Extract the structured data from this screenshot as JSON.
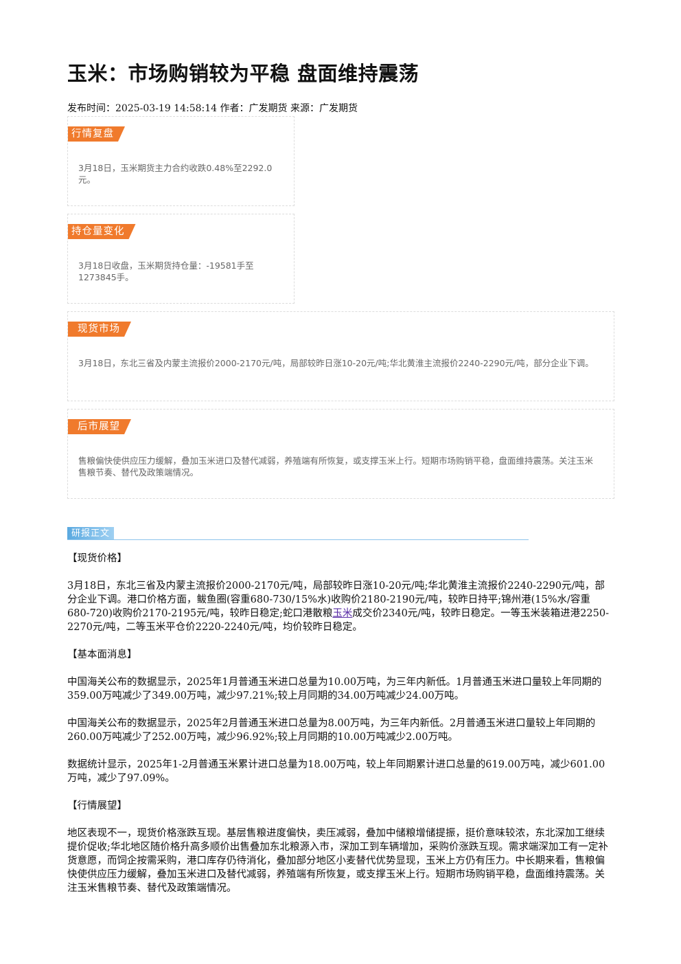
{
  "article": {
    "title": "玉米：市场购销较为平稳 盘面维持震荡",
    "meta": "发布时间：2025-03-19 14:58:14 作者：广发期货 来源：广发期货"
  },
  "summary_cards": [
    {
      "tag": "行情复盘",
      "text": "3月18日，玉米期货主力合约收跌0.48%至2292.0元。"
    },
    {
      "tag": "持仓量变化",
      "text": "3月18日收盘，玉米期货持仓量：-19581手至1273845手。"
    },
    {
      "tag": "现货市场",
      "text": "3月18日，东北三省及内蒙主流报价2000-2170元/吨，局部较昨日涨10-20元/吨;华北黄淮主流报价2240-2290元/吨，部分企业下调。"
    },
    {
      "tag": "后市展望",
      "text": "售粮偏快使供应压力缓解，叠加玉米进口及替代减弱，养殖端有所恢复，或支撑玉米上行。短期市场购销平稳，盘面维持震荡。关注玉米售粮节奏、替代及政策端情况。"
    }
  ],
  "research": {
    "label": "研报正文",
    "spot_heading": "【现货价格】",
    "spot_text_before_link": "3月18日，东北三省及内蒙主流报价2000-2170元/吨，局部较昨日涨10-20元/吨;华北黄淮主流报价2240-2290元/吨，部分企业下调。港口价格方面，鲅鱼圈(容重680-730/15%水)收购价2180-2190元/吨，较昨日持平;锦州港(15%水/容重680-720)收购价2170-2195元/吨，较昨日稳定;蛇口港散粮",
    "spot_link": "玉米",
    "spot_text_after_link": "成交价2340元/吨，较昨日稳定。一等玉米装箱进港2250-2270元/吨，二等玉米平仓价2220-2240元/吨，均价较昨日稳定。",
    "fundamental_heading": "【基本面消息】",
    "fundamental_p1": "中国海关公布的数据显示，2025年1月普通玉米进口总量为10.00万吨，为三年内新低。1月普通玉米进口量较上年同期的359.00万吨减少了349.00万吨，减少97.21%;较上月同期的34.00万吨减少24.00万吨。",
    "fundamental_p2": "中国海关公布的数据显示，2025年2月普通玉米进口总量为8.00万吨，为三年内新低。2月普通玉米进口量较上年同期的260.00万吨减少了252.00万吨，减少96.92%;较上月同期的10.00万吨减少2.00万吨。",
    "fundamental_p3": "数据统计显示，2025年1-2月普通玉米累计进口总量为18.00万吨，较上年同期累计进口总量的619.00万吨，减少601.00万吨，减少了97.09%。",
    "outlook_heading": "【行情展望】",
    "outlook_text": "地区表现不一，现货价格涨跌互现。基层售粮进度偏快，卖压减弱，叠加中储粮增储提振，挺价意味较浓，东北深加工继续提价促收;华北地区随价格升高多顺价出售叠加东北粮源入市，深加工到车辆增加，采购价涨跌互现。需求端深加工有一定补货意愿，而饲企按需采购，港口库存仍待消化，叠加部分地区小麦替代优势显现，玉米上方仍有压力。中长期来看，售粮偏快使供应压力缓解，叠加玉米进口及替代减弱，养殖端有所恢复，或支撑玉米上行。短期市场购销平稳，盘面维持震荡。关注玉米售粮节奏、替代及政策端情况。"
  }
}
